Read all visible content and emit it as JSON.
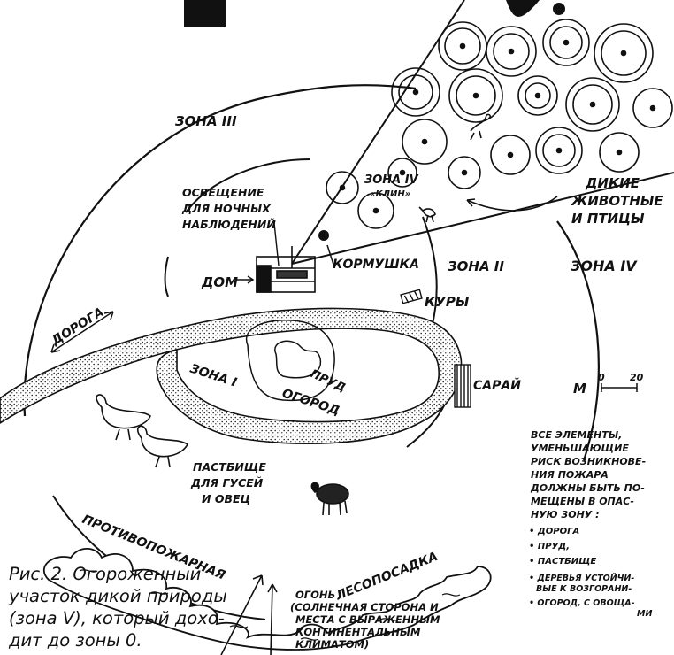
{
  "labels": {
    "zone3": "ЗОНА III",
    "zone2": "ЗОНА II",
    "zone4_right": "ЗОНА IV",
    "zone4_wedge": "ЗОНА IV",
    "wedge_sub": "«КЛИН»",
    "lighting": [
      "ОСВЕЩЕНИЕ",
      "ДЛЯ НОЧНЫХ",
      "НАБЛЮДЕНИЙ"
    ],
    "wild": [
      "ДИКИЕ",
      "ЖИВОТНЫЕ",
      "И ПТИЦЫ"
    ],
    "feeder": "КОРМУШКА",
    "house": "ДОМ",
    "chickens": "КУРЫ",
    "road": "ДОРОГА",
    "pond": "ПРУД",
    "zone1": "ЗОНА I",
    "garden": "ОГОРОД",
    "barn": "САРАЙ",
    "scale_m": "М",
    "scale_0": "0",
    "scale_20": "20",
    "pasture": [
      "ПАСТБИЩЕ",
      "ДЛЯ ГУСЕЙ",
      "И ОВЕЦ"
    ],
    "firebreak_left": "ПРОТИВОПОЖАРНАЯ",
    "firebreak_right": "ЛЕСОПОСАДКА",
    "fire": [
      "ОГОНЬ",
      "(СОЛНЕЧНАЯ СТОРОНА И",
      "МЕСТА С ВЫРАЖЕННЫМ",
      "КОНТИНЕНТАЛЬНЫМ",
      "КЛИМАТОМ)"
    ]
  },
  "note": {
    "lines": [
      "ВСЕ ЭЛЕМЕНТЫ,",
      "УМЕНЬШАЮЩИЕ",
      "РИСК ВОЗНИКНОВЕ-",
      "НИЯ ПОЖАРА",
      "ДОЛЖНЫ БЫТЬ ПО-",
      "МЕЩЕНЫ В ОПАС-",
      "НУЮ ЗОНУ :"
    ],
    "items": [
      "• ДОРОГА",
      "• ПРУД,",
      "• ПАСТБИЩЕ",
      "• ДЕРЕВЬЯ УСТОЙЧИ-",
      "ВЫЕ К ВОЗГОРАНИ-",
      "• ОГОРОД, С ОВОЩА-",
      "МИ"
    ]
  },
  "caption": [
    "Рис. 2. Огороженный",
    "участок дикой природы",
    "(зона V), который дохо-",
    "дит до зоны 0."
  ]
}
